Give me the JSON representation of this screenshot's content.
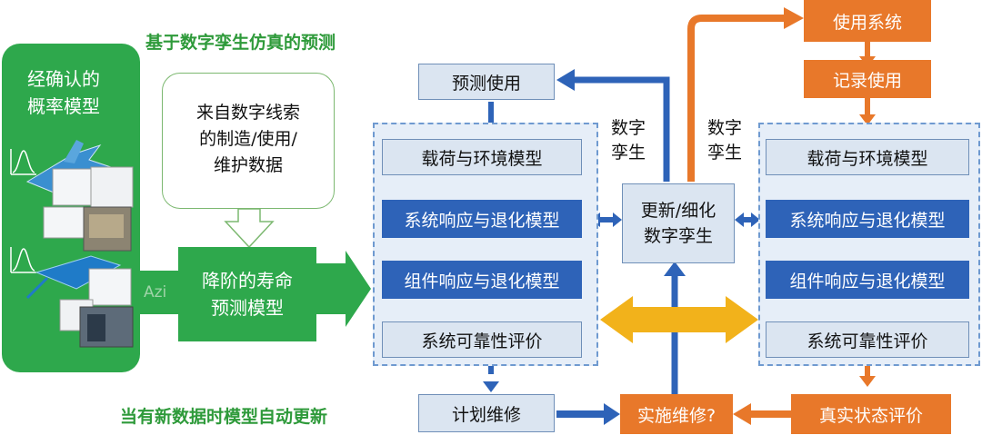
{
  "left_panel": {
    "title_line1": "经确认的",
    "title_line2": "概率模型"
  },
  "top_caption": "基于数字孪生仿真的预测",
  "bottom_caption": "当有新数据时模型自动更新",
  "thread_box": {
    "line1": "来自数字线索",
    "line2": "的制造/使用/",
    "line3": "维护数据"
  },
  "watermark": "Azi",
  "rom_box": {
    "line1": "降阶的寿命",
    "line2": "预测模型"
  },
  "left_stack": {
    "loads": "载荷与环境模型",
    "system_response": "系统响应与退化模型",
    "component_response": "组件响应与退化模型",
    "reliability": "系统可靠性评价"
  },
  "right_stack": {
    "loads": "载荷与环境模型",
    "system_response": "系统响应与退化模型",
    "component_response": "组件响应与退化模型",
    "reliability": "系统可靠性评价"
  },
  "predict_use": "预测使用",
  "plan_maintenance": "计划维修",
  "update_twin": {
    "line1": "更新/细化",
    "line2": "数字孪生"
  },
  "twin_label_left": {
    "line1": "数字",
    "line2": "孪生"
  },
  "twin_label_right": {
    "line1": "数字",
    "line2": "孪生"
  },
  "use_system": "使用系统",
  "record_use": "记录使用",
  "do_maintenance": "实施维修?",
  "true_state": "真实状态评价",
  "colors": {
    "green": "#2ea84c",
    "blue_dark": "#2e63b8",
    "blue_light": "#dbe5f1",
    "orange": "#e8782a",
    "yellow": "#f2b21b"
  }
}
